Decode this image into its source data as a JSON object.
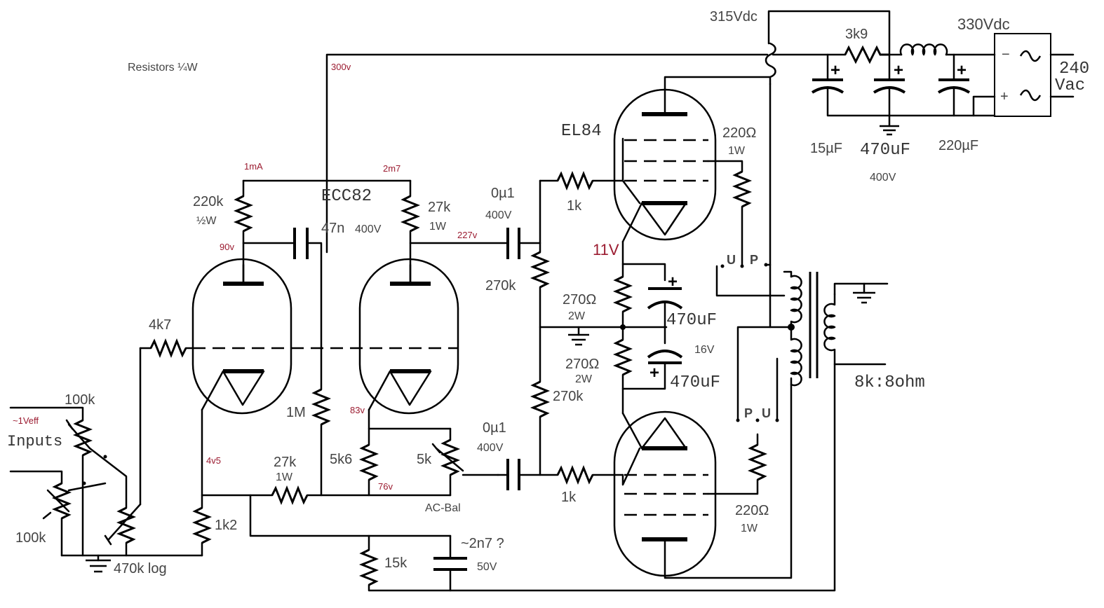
{
  "notes": {
    "resistor_rating": "Resistors ¼W"
  },
  "supply": {
    "v_rail_dc": "315Vdc",
    "v_in_dc": "330Vdc",
    "r_drop": "3k9",
    "c1": "15µF",
    "c2": "470uF",
    "c3": "220µF",
    "c_voltage": "400V",
    "mains_line1": "240",
    "mains_line2": "Vac",
    "rect_minus": "−",
    "rect_plus": "+"
  },
  "preamp": {
    "tube": "ECC82",
    "r_plate1": "220k",
    "r_plate1_w": "½W",
    "r_plate2": "27k",
    "r_plate2_w": "1W",
    "c_couple": "47n",
    "c_couple_v": "400V",
    "r_grid_stop": "4k7",
    "r_grid2": "1M",
    "r_cath_pi": "5k6",
    "pot_bal": "5k",
    "pot_bal_label": "AC-Bal",
    "r_tail": "27k",
    "r_tail_w": "1W",
    "r_cath1": "1k2",
    "r_fb": "15k",
    "c_fb": "~2n7 ?",
    "c_fb_v": "50V"
  },
  "inputs": {
    "label": "Inputs",
    "level": "~1Veff",
    "pot_top": "100k",
    "pot_bottom": "100k",
    "pot_vol": "470k log"
  },
  "output_stage": {
    "tube": "EL84",
    "c_coupling_1": "0µ1",
    "c_coupling_1_v": "400V",
    "c_coupling_2": "0µ1",
    "c_coupling_2_v": "400V",
    "r_grid_leak_1": "270k",
    "r_grid_leak_2": "270k",
    "r_grid_stop_1": "1k",
    "r_grid_stop_2": "1k",
    "r_screen_1": "220Ω",
    "r_screen_1_w": "1W",
    "r_screen_2": "220Ω",
    "r_screen_2_w": "1W",
    "r_cath_1": "270Ω",
    "r_cath_1_w": "2W",
    "r_cath_2": "270Ω",
    "r_cath_2_w": "2W",
    "c_cath_1": "470uF",
    "c_cath_2": "470uF",
    "c_cath_v": "16V",
    "tap_u_1": "U",
    "tap_p_1": "P",
    "tap_p_2": "P",
    "tap_u_2": "U",
    "transformer": "8k:8ohm"
  },
  "voltages": {
    "v_300": "300v",
    "i_1mA": "1mA",
    "i_2m7": "2m7",
    "v_90": "90v",
    "v_227": "227v",
    "v_83": "83v",
    "v_4v5": "4v5",
    "v_76": "76v",
    "v_11": "11V"
  }
}
